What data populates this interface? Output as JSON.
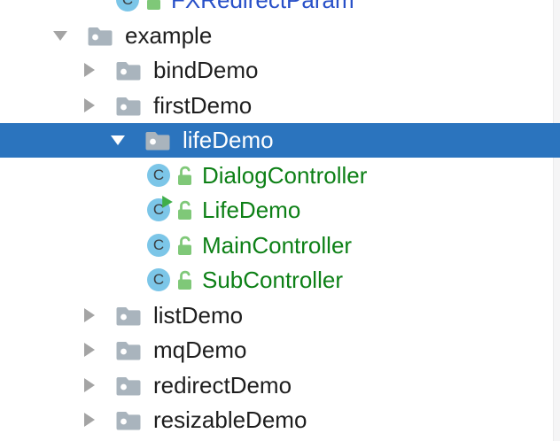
{
  "colors": {
    "selection_bg": "#2b74be",
    "text_default": "#1e1e1e",
    "text_class_green": "#0d8016",
    "text_class_blue": "#2850c8",
    "folder": "#a9b4bd",
    "class_circle": "#7cc6e8",
    "lock_green": "#7fc878",
    "run_badge": "#3fae4a",
    "gutter": "#f5f5f6"
  },
  "tree": {
    "class_badge_letter": "C",
    "items": [
      {
        "label": "FXRedirectParam",
        "kind": "java-class",
        "text_style": "blue",
        "icons": [
          "class-icon",
          "unlocked-icon"
        ],
        "clipped": "top"
      },
      {
        "label": "example",
        "kind": "package",
        "state": "expanded"
      },
      {
        "label": "bindDemo",
        "kind": "package",
        "state": "collapsed"
      },
      {
        "label": "firstDemo",
        "kind": "package",
        "state": "collapsed"
      },
      {
        "label": "lifeDemo",
        "kind": "package",
        "state": "expanded",
        "selected": true
      },
      {
        "label": "DialogController",
        "kind": "java-class",
        "text_style": "green",
        "icons": [
          "class-icon",
          "unlocked-icon"
        ]
      },
      {
        "label": "LifeDemo",
        "kind": "java-class",
        "text_style": "green",
        "icons": [
          "class-icon",
          "run-badge",
          "unlocked-icon"
        ]
      },
      {
        "label": "MainController",
        "kind": "java-class",
        "text_style": "green",
        "icons": [
          "class-icon",
          "unlocked-icon"
        ]
      },
      {
        "label": "SubController",
        "kind": "java-class",
        "text_style": "green",
        "icons": [
          "class-icon",
          "unlocked-icon"
        ]
      },
      {
        "label": "listDemo",
        "kind": "package",
        "state": "collapsed"
      },
      {
        "label": "mqDemo",
        "kind": "package",
        "state": "collapsed"
      },
      {
        "label": "redirectDemo",
        "kind": "package",
        "state": "collapsed"
      },
      {
        "label": "resizableDemo",
        "kind": "package",
        "state": "collapsed"
      }
    ]
  }
}
